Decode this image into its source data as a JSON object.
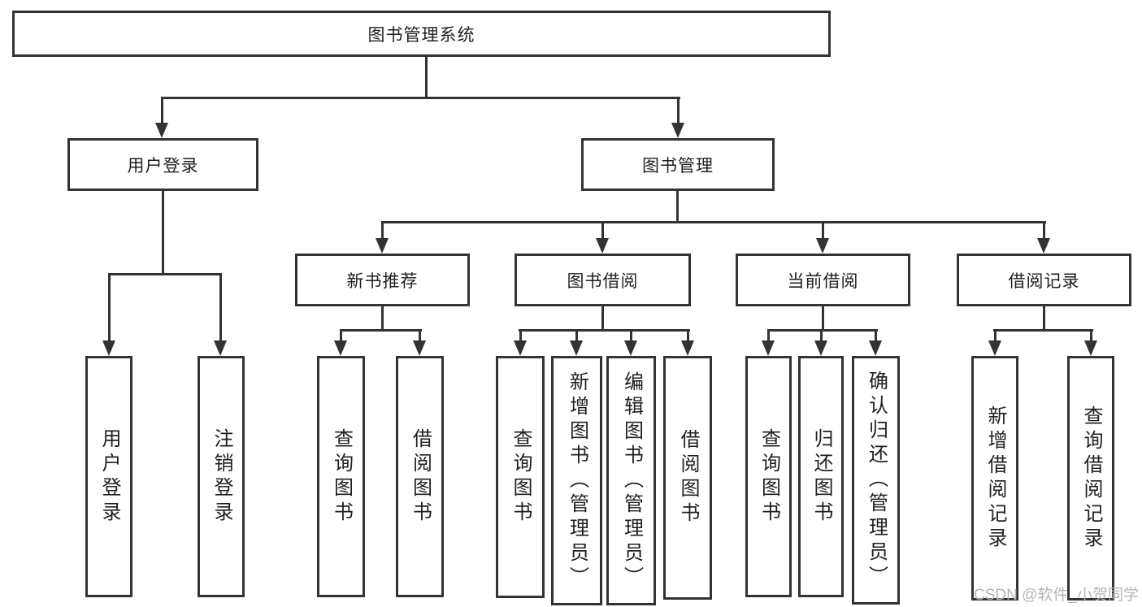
{
  "diagram": {
    "root": {
      "label": "图书管理系统"
    },
    "level1": [
      {
        "label": "用户登录"
      },
      {
        "label": "图书管理"
      }
    ],
    "level2": [
      {
        "label": "新书推荐"
      },
      {
        "label": "图书借阅"
      },
      {
        "label": "当前借阅"
      },
      {
        "label": "借阅记录"
      }
    ],
    "level3": {
      "user_login": [
        {
          "label": "用户登录"
        },
        {
          "label": "注销登录"
        }
      ],
      "new_book_recommend": [
        {
          "label": "查询图书"
        },
        {
          "label": "借阅图书"
        }
      ],
      "book_borrow": [
        {
          "label": "查询图书"
        },
        {
          "label": "新增图书（管理员）"
        },
        {
          "label": "编辑图书（管理员）"
        },
        {
          "label": "借阅图书"
        }
      ],
      "current_borrow": [
        {
          "label": "查询图书"
        },
        {
          "label": "归还图书"
        },
        {
          "label": "确认归还（管理员）"
        }
      ],
      "borrow_records": [
        {
          "label": "新增借阅记录"
        },
        {
          "label": "查询借阅记录"
        }
      ]
    }
  },
  "watermark": {
    "text": "CSDN @软件_小贺同学",
    "color": "#b5b5b5"
  },
  "colors": {
    "line": "#333333",
    "border": "#333333",
    "text": "#1f1f1f",
    "background": "#ffffff"
  }
}
